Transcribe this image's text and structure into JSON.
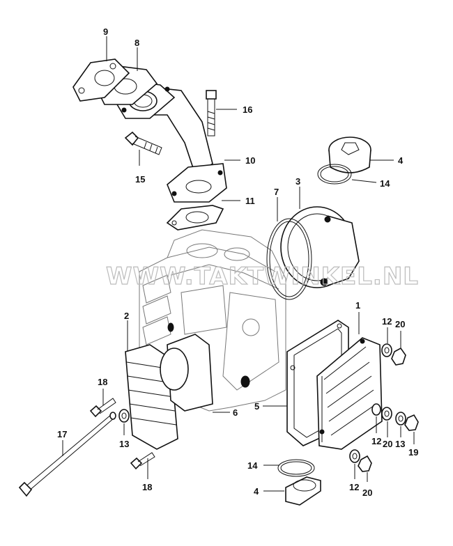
{
  "watermark": "WWW.TAKTWINKEL.NL",
  "callouts": [
    {
      "id": "c9a",
      "text": "9"
    },
    {
      "id": "c8",
      "text": "8"
    },
    {
      "id": "c16",
      "text": "16"
    },
    {
      "id": "c15",
      "text": "15"
    },
    {
      "id": "c10",
      "text": "10"
    },
    {
      "id": "c11",
      "text": "11"
    },
    {
      "id": "c4a",
      "text": "4"
    },
    {
      "id": "c14a",
      "text": "14"
    },
    {
      "id": "c7",
      "text": "7"
    },
    {
      "id": "c3",
      "text": "3"
    },
    {
      "id": "c1",
      "text": "1"
    },
    {
      "id": "c12a",
      "text": "12"
    },
    {
      "id": "c20a",
      "text": "20"
    },
    {
      "id": "c2",
      "text": "2"
    },
    {
      "id": "c18a",
      "text": "18"
    },
    {
      "id": "c5",
      "text": "5"
    },
    {
      "id": "c6",
      "text": "6"
    },
    {
      "id": "c17",
      "text": "17"
    },
    {
      "id": "c13a",
      "text": "13"
    },
    {
      "id": "c12b",
      "text": "12"
    },
    {
      "id": "c20b",
      "text": "20"
    },
    {
      "id": "c13b",
      "text": "13"
    },
    {
      "id": "c19",
      "text": "19"
    },
    {
      "id": "c14b",
      "text": "14"
    },
    {
      "id": "c4b",
      "text": "4"
    },
    {
      "id": "c12c",
      "text": "12"
    },
    {
      "id": "c20c",
      "text": "20"
    },
    {
      "id": "c18b",
      "text": "18"
    }
  ]
}
